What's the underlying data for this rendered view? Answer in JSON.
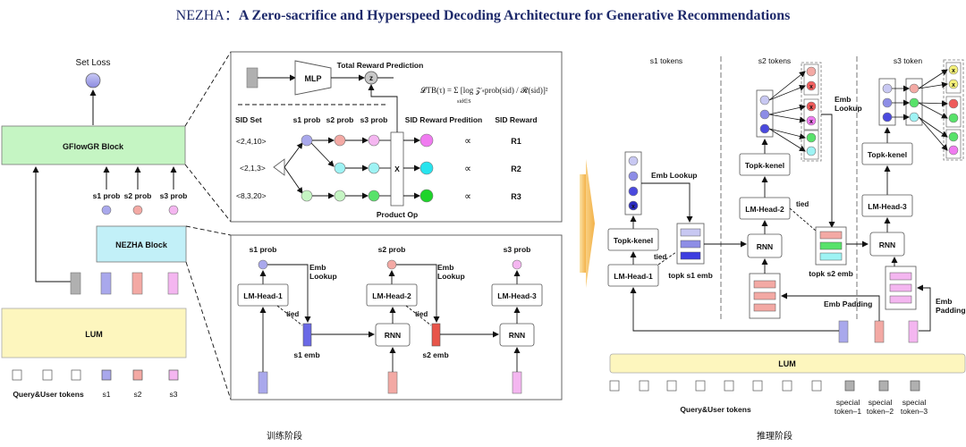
{
  "title": {
    "prefix": "NEZHA：",
    "main": "A Zero-sacrifice and Hyperspeed Decoding Architecture for Generative Recommendations"
  },
  "training": {
    "caption": "训练阶段",
    "set_loss": "Set Loss",
    "gflow_block": "GFlowGR Block",
    "nezha_block": "NEZHA Block",
    "lum": "LUM",
    "prob_labels": [
      "s1 prob",
      "s2 prob",
      "s3 prob"
    ],
    "input_labels": [
      "Query&User tokens",
      "s1",
      "s2",
      "s3"
    ]
  },
  "gflow_detail": {
    "mlp": "MLP",
    "z": "z",
    "total_reward_prediction": "Total Reward  Prediction",
    "formula": "𝓛TB(τ) = Σ [log 𝒵∗prob(sid) / 𝓡(sid)]²",
    "formula_sub": "sid∈S",
    "headers": [
      "SID Set",
      "s1 prob",
      "s2 prob",
      "s3 prob",
      "SID Reward Predition",
      "SID Reward"
    ],
    "sids": [
      "<2,4,10>",
      "<2,1,3>",
      "<8,3,20>"
    ],
    "x": "X",
    "propto": "∝",
    "rewards": [
      "R1",
      "R2",
      "R3"
    ],
    "product_op": "Product Op"
  },
  "nezha_detail": {
    "prob_labels": [
      "s1 prob",
      "s2 prob",
      "s3 prob"
    ],
    "heads": [
      "LM-Head-1",
      "LM-Head-2",
      "LM-Head-3"
    ],
    "rnn": "RNN",
    "emb_lookup": "Emb\nLookup",
    "tied": "tied",
    "embs": [
      "s1 emb",
      "s2 emb"
    ]
  },
  "inference": {
    "caption": "推理阶段",
    "token_headers": [
      "s1 tokens",
      "s2 tokens",
      "s3 token"
    ],
    "emb_lookup": "Emb Lookup",
    "emb_lookup2": "Emb\nLookup",
    "topk": "Topk-kenel",
    "heads": [
      "LM-Head-1",
      "LM-Head-2",
      "LM-Head-3"
    ],
    "rnn": "RNN",
    "tied": "tied",
    "topk_embs": [
      "topk s1 emb",
      "topk s2 emb"
    ],
    "emb_padding": "Emb Padding",
    "emb_padding2": "Emb\nPadding",
    "lum": "LUM",
    "query_tokens": "Query&User tokens",
    "special_tokens": [
      "special\ntoken–1",
      "special\ntoken–2",
      "special\ntoken–3"
    ],
    "x": "x"
  },
  "colors": {
    "purple": "#a9a8ec",
    "pink": "#f3a9a4",
    "magenta": "#f4b6f0",
    "green": "#58e26a",
    "cyan": "#9ef3f4",
    "blue": "#3d3de0",
    "gflow_fill": "#c5f5c3",
    "nezha_fill": "#c2f0f8",
    "lum_fill": "#fdf6be",
    "arrow_fill": "#f5c16a"
  }
}
